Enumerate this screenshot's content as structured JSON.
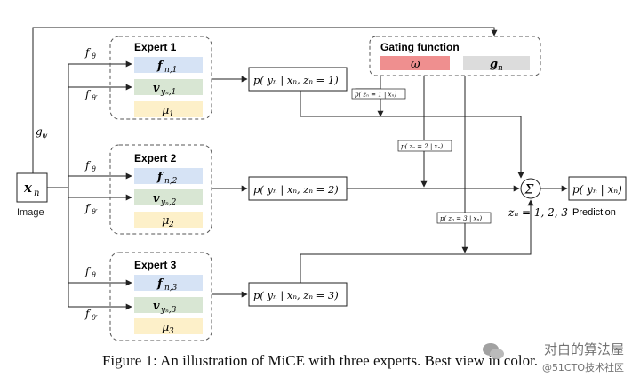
{
  "diagram": {
    "input": {
      "symbol": "x",
      "subscript": "n",
      "label": "Image"
    },
    "gpsi_label": "g",
    "gpsi_sub": "ψ",
    "feature_labels": {
      "f_theta": "f",
      "theta_sub": "θ",
      "theta_prime_sub": "θ′"
    },
    "experts": [
      {
        "title": "Expert 1",
        "f_label": "f",
        "f_sub": "n,1",
        "v_label": "v",
        "v_sub": "yₙ,1",
        "mu_label": "μ",
        "mu_sub": "1",
        "output": "p( yₙ | xₙ, zₙ = 1)"
      },
      {
        "title": "Expert 2",
        "f_label": "f",
        "f_sub": "n,2",
        "v_label": "v",
        "v_sub": "yₙ,2",
        "mu_label": "μ",
        "mu_sub": "2",
        "output": "p( yₙ | xₙ, zₙ = 2)"
      },
      {
        "title": "Expert 3",
        "f_label": "f",
        "f_sub": "n,3",
        "v_label": "v",
        "v_sub": "yₙ,3",
        "mu_label": "μ",
        "mu_sub": "3",
        "output": "p( yₙ | xₙ, zₙ = 3)"
      }
    ],
    "gating": {
      "title": "Gating function",
      "omega": "ω",
      "g_label": "g",
      "g_sub": "n",
      "probs": [
        "p( zₙ = 1 | xₙ)",
        "p( zₙ = 2 | xₙ)",
        "p( zₙ = 3 | xₙ)"
      ]
    },
    "sum_symbol": "Σ",
    "z_label": "zₙ = 1, 2, 3",
    "prediction": {
      "formula": "p( yₙ | xₙ)",
      "label": "Prediction"
    }
  },
  "caption": "Figure 1: An illustration of MiCE with three experts. Best view in color.",
  "watermark": {
    "line1": "对白的算法屋",
    "line2": "@51CTO技术社区"
  },
  "colors": {
    "blue_fill": "#d6e3f5",
    "green_fill": "#d8e6d3",
    "yellow_fill": "#fdf0c9",
    "red_fill": "#ef8f8f",
    "gray_fill": "#dcdcdc",
    "line": "#222222",
    "dash": "#555555"
  }
}
